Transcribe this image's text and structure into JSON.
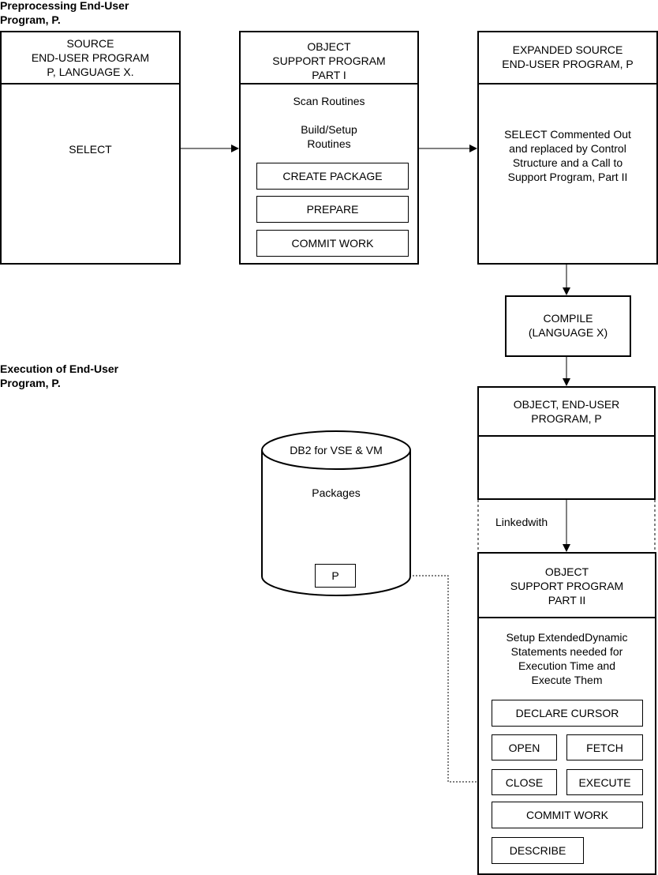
{
  "headings": {
    "preprocessing": "Preprocessing End-User\nProgram, P.",
    "execution": "Execution of End-User\nProgram, P."
  },
  "source_box": {
    "title": "SOURCE\nEND-USER PROGRAM\nP, LANGUAGE X.",
    "body": "SELECT"
  },
  "osp1_box": {
    "title": "OBJECT\nSUPPORT PROGRAM\nPART I",
    "scan": "Scan Routines",
    "build": "Build/Setup\nRoutines",
    "routines": [
      "CREATE PACKAGE",
      "PREPARE",
      "COMMIT WORK"
    ]
  },
  "expanded_box": {
    "title": "EXPANDED SOURCE\nEND-USER PROGRAM, P",
    "body": "SELECT Commented Out\nand replaced by Control\nStructure and a Call to\nSupport Program, Part II"
  },
  "compile_box": {
    "text": "COMPILE\n(LANGUAGE X)"
  },
  "object_box": {
    "title": "OBJECT, END-USER\nPROGRAM, P"
  },
  "link_label": "Linkedwith",
  "database": {
    "title": "DB2 for VSE & VM",
    "label": "Packages",
    "package": "P"
  },
  "osp2_box": {
    "title": "OBJECT\nSUPPORT PROGRAM\nPART II",
    "body": "Setup ExtendedDynamic\nStatements needed for\nExecution Time and\nExecute Them",
    "statements": {
      "declare": "DECLARE CURSOR",
      "open": "OPEN",
      "fetch": "FETCH",
      "close": "CLOSE",
      "execute": "EXECUTE",
      "commit": "COMMIT WORK",
      "describe": "DESCRIBE"
    }
  }
}
